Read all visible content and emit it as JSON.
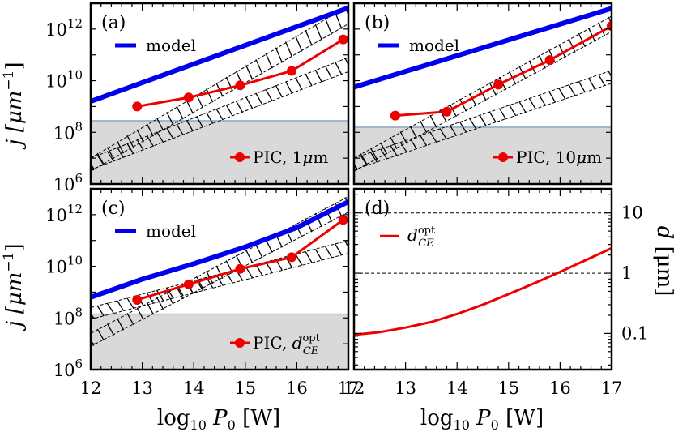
{
  "figure": {
    "x_axis_label": "log10 P0 [W]",
    "y_axis_label_left": "j [μm−1]",
    "y_axis_label_right": "d [μm]"
  },
  "chart_data": [
    {
      "type": "line",
      "panel": "(a)",
      "x_range": [
        12,
        17
      ],
      "y_scale": "log10",
      "y_range_log10": [
        6,
        13
      ],
      "y_tick_labels": [
        "10^6",
        "10^8",
        "10^10",
        "10^12"
      ],
      "shaded_below_log10": 8.45,
      "series": [
        {
          "name": "model",
          "color": "#0000ee",
          "x": [
            12,
            17
          ],
          "y_log10": [
            9.2,
            12.82
          ]
        },
        {
          "name": "PIC, 1μm",
          "color": "#ee0000",
          "x": [
            12.9,
            13.9,
            14.9,
            15.9,
            16.9
          ],
          "y_log10": [
            9.0,
            9.35,
            9.82,
            10.38,
            11.6
          ]
        }
      ],
      "bands": [
        {
          "x": [
            12,
            17
          ],
          "upper_log10": [
            7.0,
            12.9
          ],
          "lower_log10": [
            6.5,
            12.2
          ]
        },
        {
          "x": [
            12,
            17
          ],
          "upper_log10": [
            7.0,
            10.9
          ],
          "lower_log10": [
            6.55,
            10.35
          ]
        }
      ],
      "legend": [
        "model",
        "PIC, 1μm"
      ],
      "grid": false
    },
    {
      "type": "line",
      "panel": "(b)",
      "x_range": [
        12,
        17
      ],
      "y_scale": "log10",
      "y_range_log10": [
        6,
        13
      ],
      "shaded_below_log10": 8.2,
      "series": [
        {
          "name": "model",
          "color": "#0000ee",
          "x": [
            12,
            17
          ],
          "y_log10": [
            9.75,
            12.8
          ]
        },
        {
          "name": "PIC, 10μm",
          "color": "#ee0000",
          "x": [
            12.8,
            13.8,
            14.8,
            15.8,
            17
          ],
          "y_log10": [
            8.65,
            8.8,
            9.85,
            10.8,
            12.12
          ]
        }
      ],
      "bands": [
        {
          "x": [
            12,
            17
          ],
          "upper_log10": [
            7.0,
            12.5
          ],
          "lower_log10": [
            6.5,
            11.9
          ]
        },
        {
          "x": [
            12,
            17
          ],
          "upper_log10": [
            7.0,
            10.4
          ],
          "lower_log10": [
            6.55,
            9.9
          ]
        }
      ],
      "legend": [
        "model",
        "PIC, 10μm"
      ],
      "grid": false
    },
    {
      "type": "line",
      "panel": "(c)",
      "x_range": [
        12,
        17
      ],
      "y_scale": "log10",
      "y_range_log10": [
        6,
        13
      ],
      "y_tick_labels": [
        "10^6",
        "10^8",
        "10^10",
        "10^12"
      ],
      "shaded_below_log10": 8.15,
      "series": [
        {
          "name": "model",
          "color": "#0000ee",
          "x": [
            12,
            13,
            14,
            15,
            16,
            17
          ],
          "y_log10": [
            8.8,
            9.5,
            10.1,
            10.75,
            11.5,
            12.5
          ]
        },
        {
          "name": "PIC, d_CE^opt",
          "color": "#ee0000",
          "x": [
            12.9,
            13.9,
            14.9,
            15.9,
            16.9
          ],
          "y_log10": [
            8.7,
            9.3,
            9.9,
            10.35,
            11.8
          ]
        }
      ],
      "bands": [
        {
          "x": [
            12,
            17
          ],
          "upper_log10": [
            7.4,
            12.7
          ],
          "lower_log10": [
            6.9,
            12.1
          ]
        },
        {
          "x": [
            12,
            17
          ],
          "upper_log10": [
            8.4,
            11.0
          ],
          "lower_log10": [
            7.95,
            10.5
          ]
        }
      ],
      "legend": [
        "model",
        "PIC, d_CE^opt"
      ],
      "grid": false
    },
    {
      "type": "line",
      "panel": "(d)",
      "x_range": [
        12,
        17
      ],
      "y_scale": "log10",
      "y_side": "right",
      "y_range_log10": [
        -1.6,
        1.4
      ],
      "y_tick_labels": [
        "0.1",
        "1",
        "10"
      ],
      "reference_lines": [
        1,
        10
      ],
      "series": [
        {
          "name": "d_CE^opt",
          "color": "#ee0000",
          "x": [
            12,
            12.5,
            13,
            13.5,
            14,
            14.5,
            15,
            15.5,
            16,
            16.5,
            17
          ],
          "y": [
            0.095,
            0.105,
            0.125,
            0.155,
            0.21,
            0.3,
            0.45,
            0.68,
            1.05,
            1.65,
            2.6
          ]
        }
      ],
      "legend": [
        "d_CE^opt"
      ],
      "grid": false
    }
  ]
}
